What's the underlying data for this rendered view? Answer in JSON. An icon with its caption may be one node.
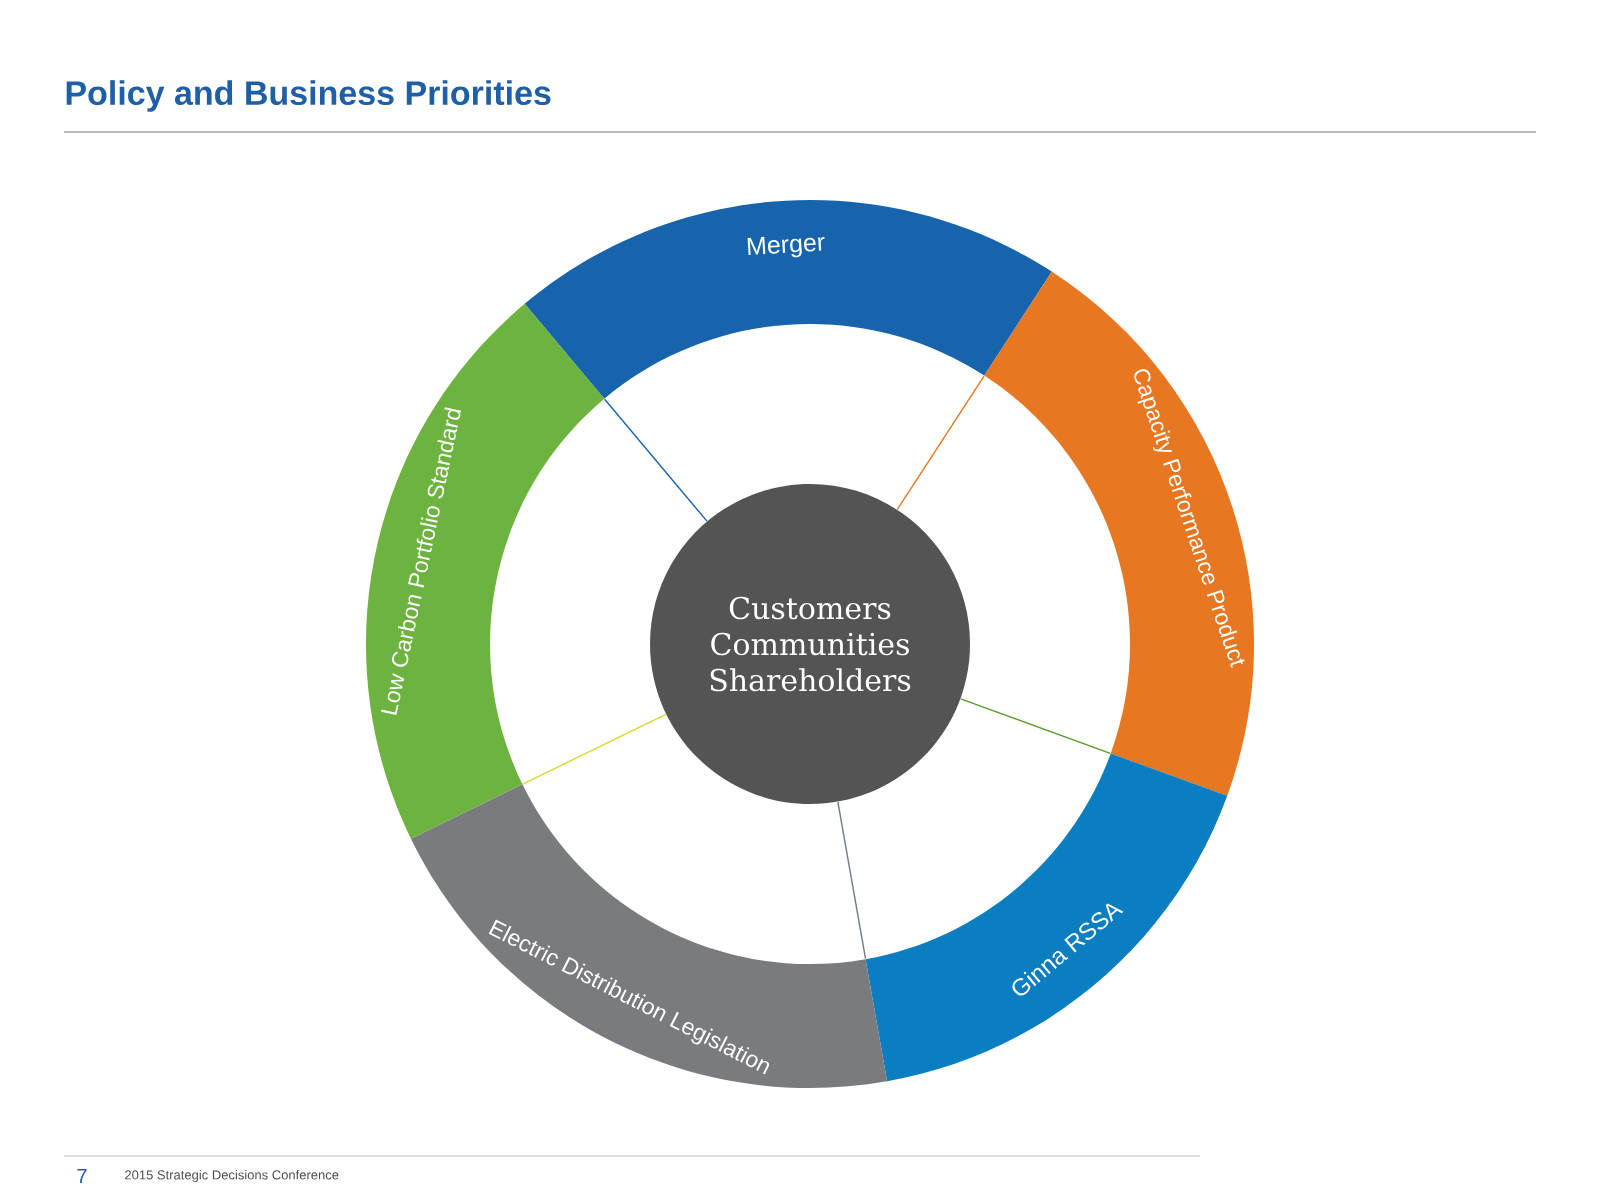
{
  "diagram": {
    "title": "Policy and Business Priorities",
    "nodes": [
      {
        "text": [
          "Customers",
          "Communities",
          "Shareholders"
        ]
      },
      {
        "text": [
          "Merger"
        ]
      },
      {
        "text": [
          "Capacity Performance Product"
        ]
      },
      {
        "text": [
          "Ginna RSSA"
        ]
      },
      {
        "text": [
          "Electric Distribution Legislation"
        ]
      },
      {
        "text": [
          "Low Carbon Portfolio Standard"
        ]
      }
    ],
    "edges": [
      {
        "from": 0,
        "to": 1,
        "arrow": "none",
        "color": "#1764ad"
      },
      {
        "from": 0,
        "to": 2,
        "arrow": "none",
        "color": "#e87722"
      },
      {
        "from": 0,
        "to": 3,
        "arrow": "none",
        "color": "#5a9a2e"
      },
      {
        "from": 0,
        "to": 4,
        "arrow": "none",
        "color": "#6d7a88"
      },
      {
        "from": 0,
        "to": 5,
        "arrow": "none",
        "color": "#d8d830"
      }
    ],
    "labels": [
      "7",
      "2015 Strategic Decisions Conference"
    ]
  }
}
